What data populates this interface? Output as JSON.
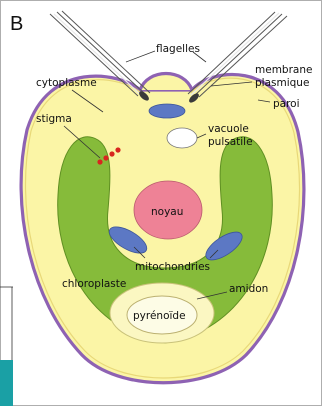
{
  "figure": {
    "panel_letter": "B"
  },
  "labels": {
    "flagelles": "flagelles",
    "membrane_line1": "membrane",
    "membrane_line2": "plasmique",
    "paroi": "paroi",
    "cytoplasme": "cytoplasme",
    "stigma": "stigma",
    "vacuole_line1": "vacuole",
    "vacuole_line2": "pulsatile",
    "noyau": "noyau",
    "mitochondries": "mitochondries",
    "chloroplaste": "chloroplaste",
    "amidon": "amidon",
    "pyrenoide": "pyrénoïde"
  },
  "colors": {
    "wall": "#8e62b3",
    "cytoplasm": "#fbf5a6",
    "chloroplast": "#86bb3a",
    "chloroplast_edge": "#5f8f22",
    "nucleus": "#ee8296",
    "mitochondria": "#5c78c4",
    "stigma": "#d8261f",
    "side_block": "#1aa0a5"
  }
}
